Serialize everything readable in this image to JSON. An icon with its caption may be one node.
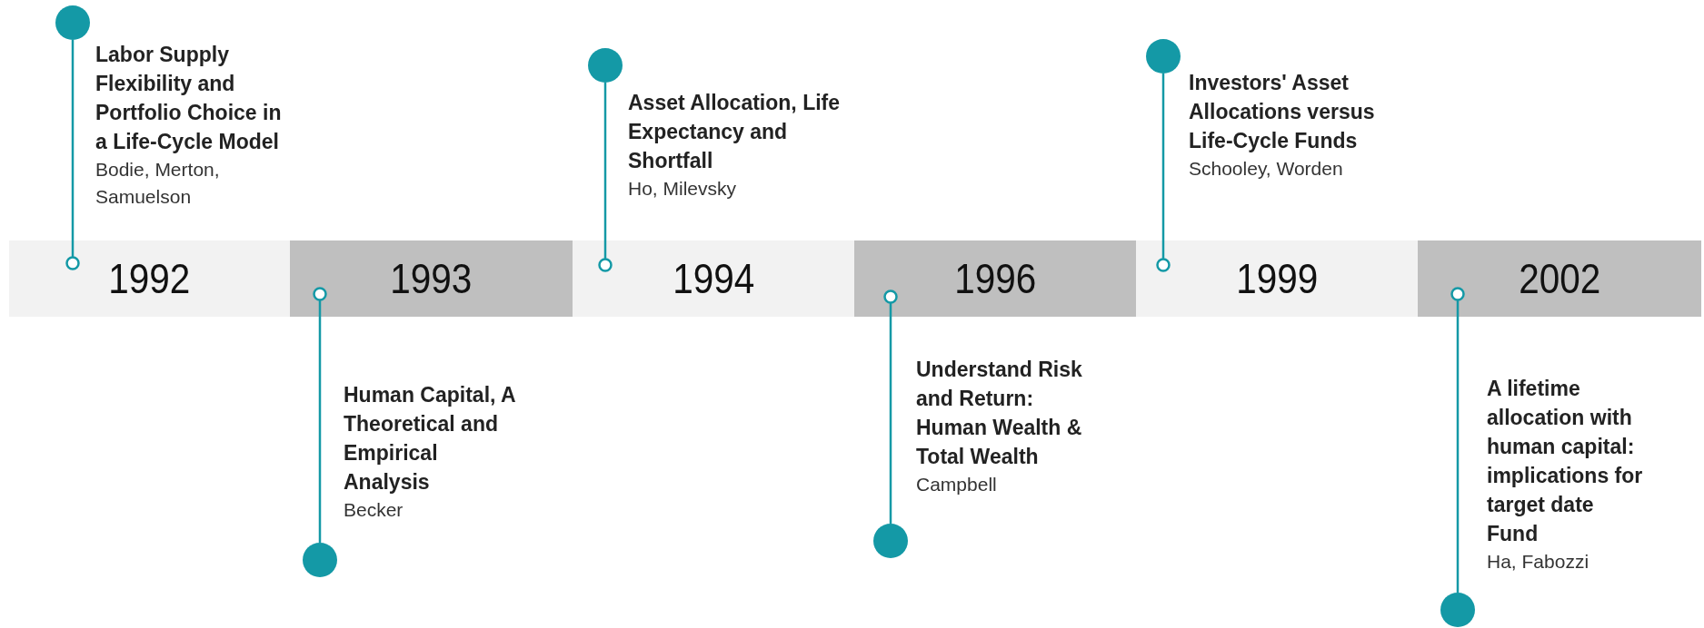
{
  "diagram": {
    "nodes": [
      {
        "text": [
          "1992"
        ]
      },
      {
        "text": [
          "1993"
        ]
      },
      {
        "text": [
          "1994"
        ]
      },
      {
        "text": [
          "1996"
        ]
      },
      {
        "text": [
          "1999"
        ]
      },
      {
        "text": [
          "2002"
        ]
      },
      {
        "text": [],
        "shape": "circle",
        "beside": [
          "Labor Supply Flexibility and Portfolio Choice in a Life-Cycle Model",
          "Bodie, Merton, Samuelson"
        ]
      },
      {
        "text": [],
        "shape": "circle",
        "beside": [
          "Human Capital, A Theoretical and Empirical Analysis",
          "Becker"
        ]
      },
      {
        "text": [],
        "shape": "circle",
        "beside": [
          "Asset Allocation, Life Expectancy and Shortfall",
          "Ho, Milevsky"
        ]
      },
      {
        "text": [],
        "shape": "circle",
        "beside": [
          "Understand Risk and Return: Human Wealth & Total Wealth",
          "Campbell"
        ]
      },
      {
        "text": [],
        "shape": "circle",
        "beside": [
          "Investors' Asset Allocations versus Life-Cycle Funds",
          "Schooley, Worden"
        ]
      },
      {
        "text": [],
        "shape": "circle",
        "beside": [
          "A lifetime allocation with human capital: implications for target date Fund",
          "Ha, Fabozzi"
        ]
      }
    ],
    "edges": [
      {
        "from": 0,
        "to": 6,
        "arrow": "other"
      },
      {
        "from": 1,
        "to": 7,
        "arrow": "other"
      },
      {
        "from": 2,
        "to": 8,
        "arrow": "other"
      },
      {
        "from": 3,
        "to": 9,
        "arrow": "other"
      },
      {
        "from": 4,
        "to": 10,
        "arrow": "other"
      },
      {
        "from": 5,
        "to": 11,
        "arrow": "other"
      }
    ]
  }
}
